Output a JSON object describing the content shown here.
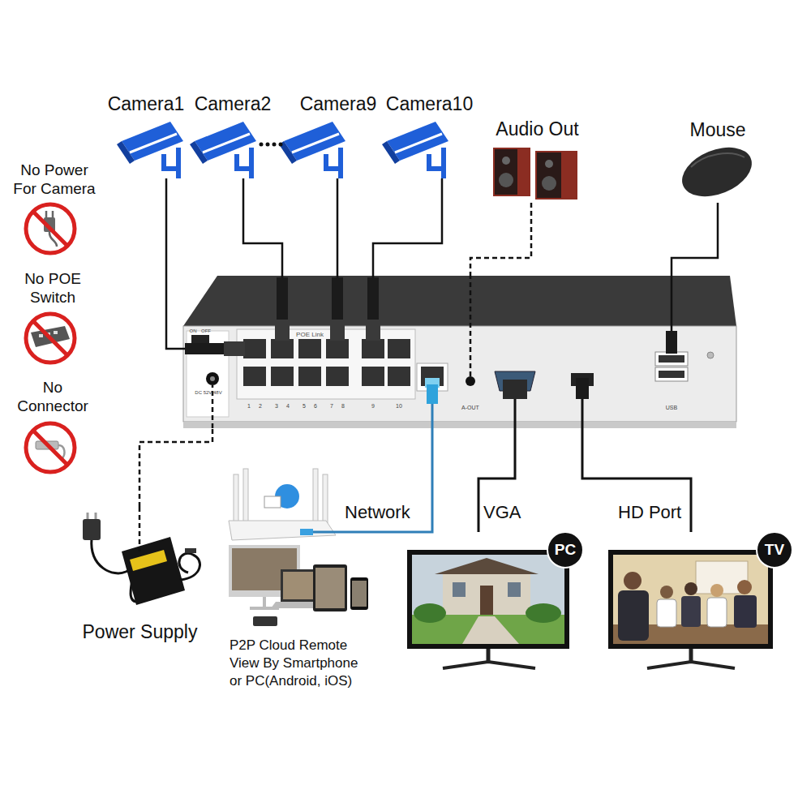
{
  "diagram": {
    "nodes": [
      {
        "text": [
          "Camera1"
        ]
      },
      {
        "text": [
          "Camera2"
        ]
      },
      {
        "text": [
          "Camera9"
        ]
      },
      {
        "text": [
          "Camera10"
        ]
      },
      {
        "text": [
          "Audio Out"
        ]
      },
      {
        "text": [
          "Mouse"
        ]
      },
      {
        "text": [
          "POE Link"
        ]
      },
      {
        "text": [
          "Power Supply"
        ]
      },
      {
        "text": [
          "P2P Cloud Remote View By Smartphone or PC(Android, iOS)"
        ]
      },
      {
        "text": [
          "PC"
        ]
      },
      {
        "text": [
          "TV"
        ]
      }
    ],
    "edges": [
      {
        "from": 0,
        "to": 6,
        "arrow": "none"
      },
      {
        "from": 1,
        "to": 6,
        "arrow": "none"
      },
      {
        "from": 2,
        "to": 6,
        "arrow": "none"
      },
      {
        "from": 3,
        "to": 6,
        "arrow": "none"
      },
      {
        "from": 4,
        "to": 6,
        "arrow": "none"
      },
      {
        "from": 5,
        "to": 6,
        "arrow": "none"
      },
      {
        "from": 7,
        "to": 6,
        "arrow": "none"
      },
      {
        "from": 6,
        "to": 8,
        "label": "Network",
        "arrow": "none"
      },
      {
        "from": 6,
        "to": 9,
        "label": "VGA",
        "arrow": "none"
      },
      {
        "from": 6,
        "to": 10,
        "label": "HD Port",
        "arrow": "none"
      }
    ],
    "labels": [
      "No Power For Camera",
      "No POE Switch",
      "No Connector",
      "ON",
      "OFF",
      "DC 52V/48V",
      "A-OUT",
      "USB",
      "1",
      "2",
      "3",
      "4",
      "5",
      "6",
      "7",
      "8",
      "9",
      "10"
    ]
  }
}
